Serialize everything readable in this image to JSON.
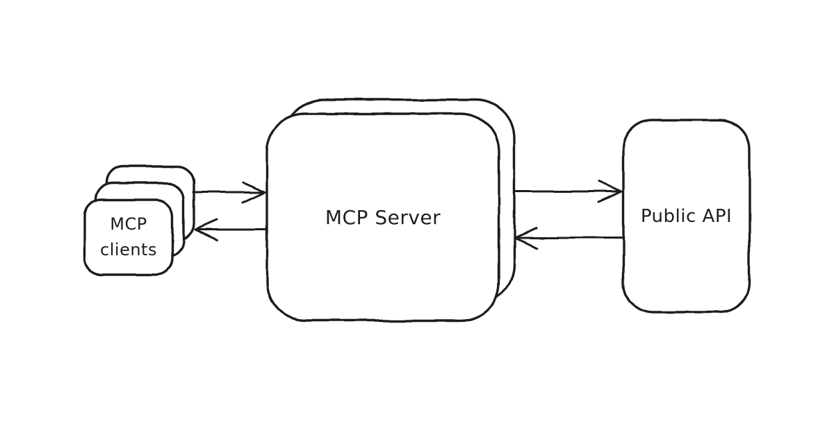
{
  "diagram": {
    "background_color": "#ffffff",
    "stroke_color": "#1e1e1e",
    "style": "hand-drawn",
    "nodes": [
      {
        "id": "mcp-clients",
        "label": "MCP clients",
        "shape": "stacked-rounded-rectangles",
        "stack_count": 3
      },
      {
        "id": "mcp-server",
        "label": "MCP Server",
        "shape": "stacked-rounded-rectangles",
        "stack_count": 2
      },
      {
        "id": "public-api",
        "label": "Public API",
        "shape": "rounded-rectangle",
        "stack_count": 1
      }
    ],
    "edges": [
      {
        "from": "mcp-clients",
        "to": "mcp-server",
        "direction": "right"
      },
      {
        "from": "mcp-server",
        "to": "mcp-clients",
        "direction": "left"
      },
      {
        "from": "mcp-server",
        "to": "public-api",
        "direction": "right"
      },
      {
        "from": "public-api",
        "to": "mcp-server",
        "direction": "left"
      }
    ]
  }
}
